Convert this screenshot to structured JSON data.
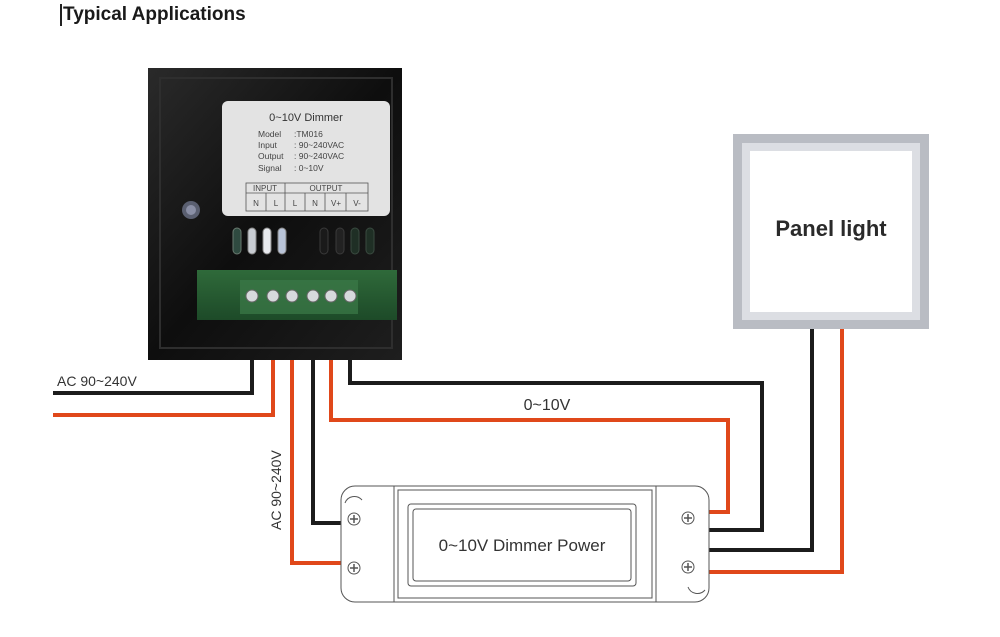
{
  "title": "Typical Applications",
  "colors": {
    "live_wire": "#e0481a",
    "neutral_wire": "#1c1c1c",
    "dimmer_body": "#141414",
    "panel_frame": "#b9bcc3"
  },
  "dimmer": {
    "label_title": "0~10V Dimmer",
    "specs": [
      {
        "key": "Model",
        "value": ":TM016"
      },
      {
        "key": "Input",
        "value": ": 90~240VAC"
      },
      {
        "key": "Output",
        "value": ": 90~240VAC"
      },
      {
        "key": "Signal",
        "value": ": 0~10V"
      }
    ],
    "terminal_groups": [
      "INPUT",
      "OUTPUT"
    ],
    "terminals": [
      "N",
      "L",
      "L",
      "N",
      "V+",
      "V-"
    ]
  },
  "panel_light": {
    "label": "Panel light"
  },
  "power_supply": {
    "label": "0~10V Dimmer Power"
  },
  "wire_labels": {
    "ac_input": "AC 90~240V",
    "signal": "0~10V",
    "ac_output": "AC 90~240V"
  }
}
